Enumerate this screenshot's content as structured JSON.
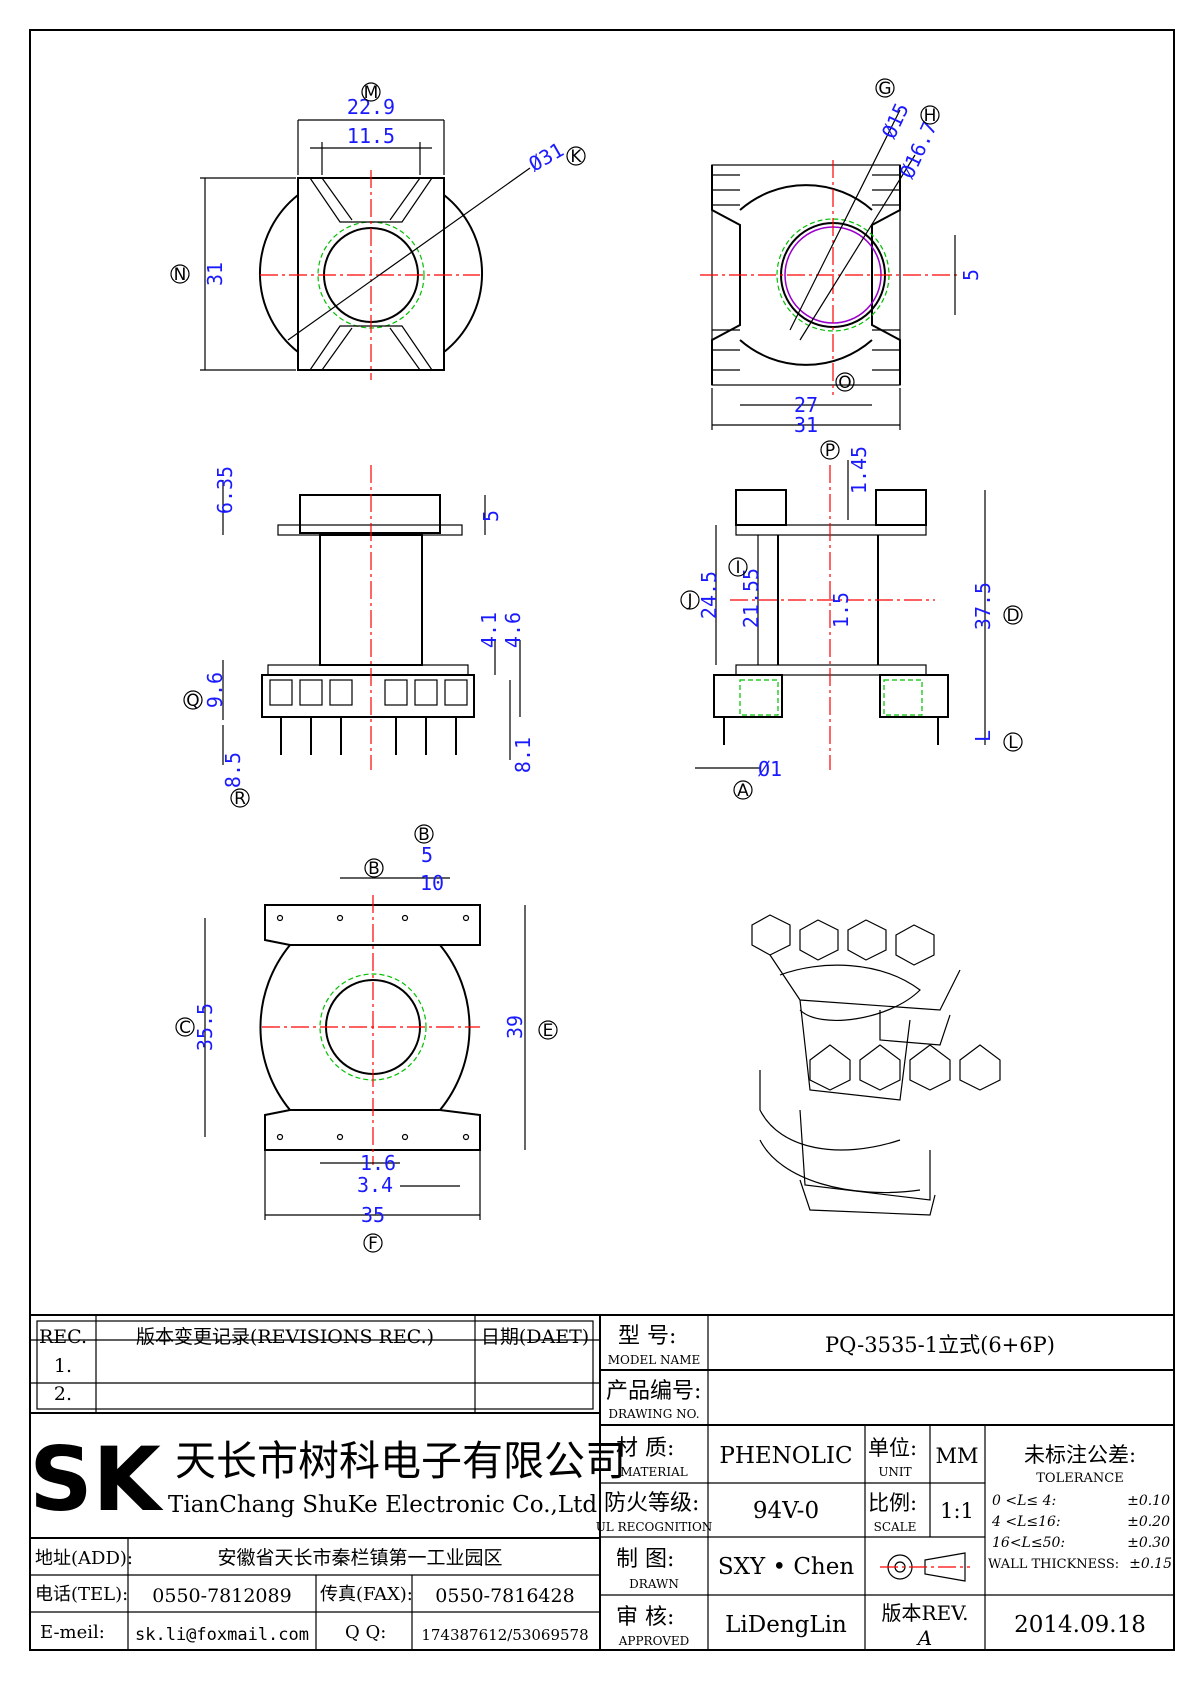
{
  "views": {
    "top_left": {
      "dims": [
        "22.9",
        "11.5",
        "31",
        "Ø31"
      ],
      "labels": [
        "M",
        "N",
        "K"
      ]
    },
    "top_right": {
      "dims": [
        "Ø15",
        "Ø16.7",
        "5",
        "27",
        "31"
      ],
      "labels": [
        "G",
        "H",
        "O",
        "P"
      ]
    },
    "side_left": {
      "dims": [
        "6.35",
        "5",
        "4.1",
        "4.6",
        "9.6",
        "8.5",
        "8.1"
      ],
      "labels": [
        "Q",
        "R"
      ]
    },
    "side_right": {
      "dims": [
        "1.45",
        "24.5",
        "21.55",
        "1.5",
        "37.5",
        "L",
        "Ø1"
      ],
      "labels": [
        "I",
        "J",
        "D",
        "L",
        "A"
      ]
    },
    "bottom": {
      "dims": [
        "5",
        "10",
        "35.5",
        "39",
        "1.6",
        "3.4",
        "35"
      ],
      "labels": [
        "B",
        "B",
        "C",
        "E",
        "F"
      ]
    }
  },
  "title_block": {
    "rev_header": "REC.",
    "rev_title": "版本变更记录(REVISIONS REC.)",
    "date_header": "日期(DAET)",
    "rev_rows": [
      "1.",
      "2."
    ],
    "company_cn": "天长市树科电子有限公司",
    "company_en": "TianChang ShuKe Electronic Co.,Ltd",
    "address_label": "地址(ADD):",
    "address": "安徽省天长市秦栏镇第一工业园区",
    "tel_label": "电话(TEL):",
    "tel": "0550-7812089",
    "fax_label": "传真(FAX):",
    "fax": "0550-7816428",
    "email_label": "E-meil:",
    "email": "sk.li@foxmail.com",
    "qq_label": "Q Q:",
    "qq": "174387612/53069578",
    "model_label_cn": "型  号:",
    "model_label_en": "MODEL NAME",
    "model": "PQ-3535-1立式(6+6P)",
    "drawing_label_cn": "产品编号:",
    "drawing_label_en": "DRAWING NO.",
    "drawing_no": "",
    "material_label_cn": "材  质:",
    "material_label_en": "MATERIAL",
    "material": "PHENOLIC",
    "unit_label_cn": "单位:",
    "unit_label_en": "UNIT",
    "unit": "MM",
    "ul_label_cn": "防火等级:",
    "ul_label_en": "UL RECOGNITION",
    "ul": "94V-0",
    "scale_label_cn": "比例:",
    "scale_label_en": "SCALE",
    "scale": "1:1",
    "drawn_label_cn": "制  图:",
    "drawn_label_en": "DRAWN",
    "drawn": "SXY • Chen",
    "approved_label_cn": "审  核:",
    "approved_label_en": "APPROVED",
    "approved": "LiDengLin",
    "rev_label": "版本REV.",
    "rev": "A",
    "date": "2014.09.18",
    "tolerance_title": "未标注公差:",
    "tolerance_en": "TOLERANCE",
    "tolerances": [
      {
        "range": "0 <L≤ 4:",
        "value": "±0.10"
      },
      {
        "range": "4 <L≤16:",
        "value": "±0.20"
      },
      {
        "range": "16<L≤50:",
        "value": "±0.30"
      },
      {
        "range": "WALL THICKNESS:",
        "value": "±0.15"
      }
    ]
  }
}
